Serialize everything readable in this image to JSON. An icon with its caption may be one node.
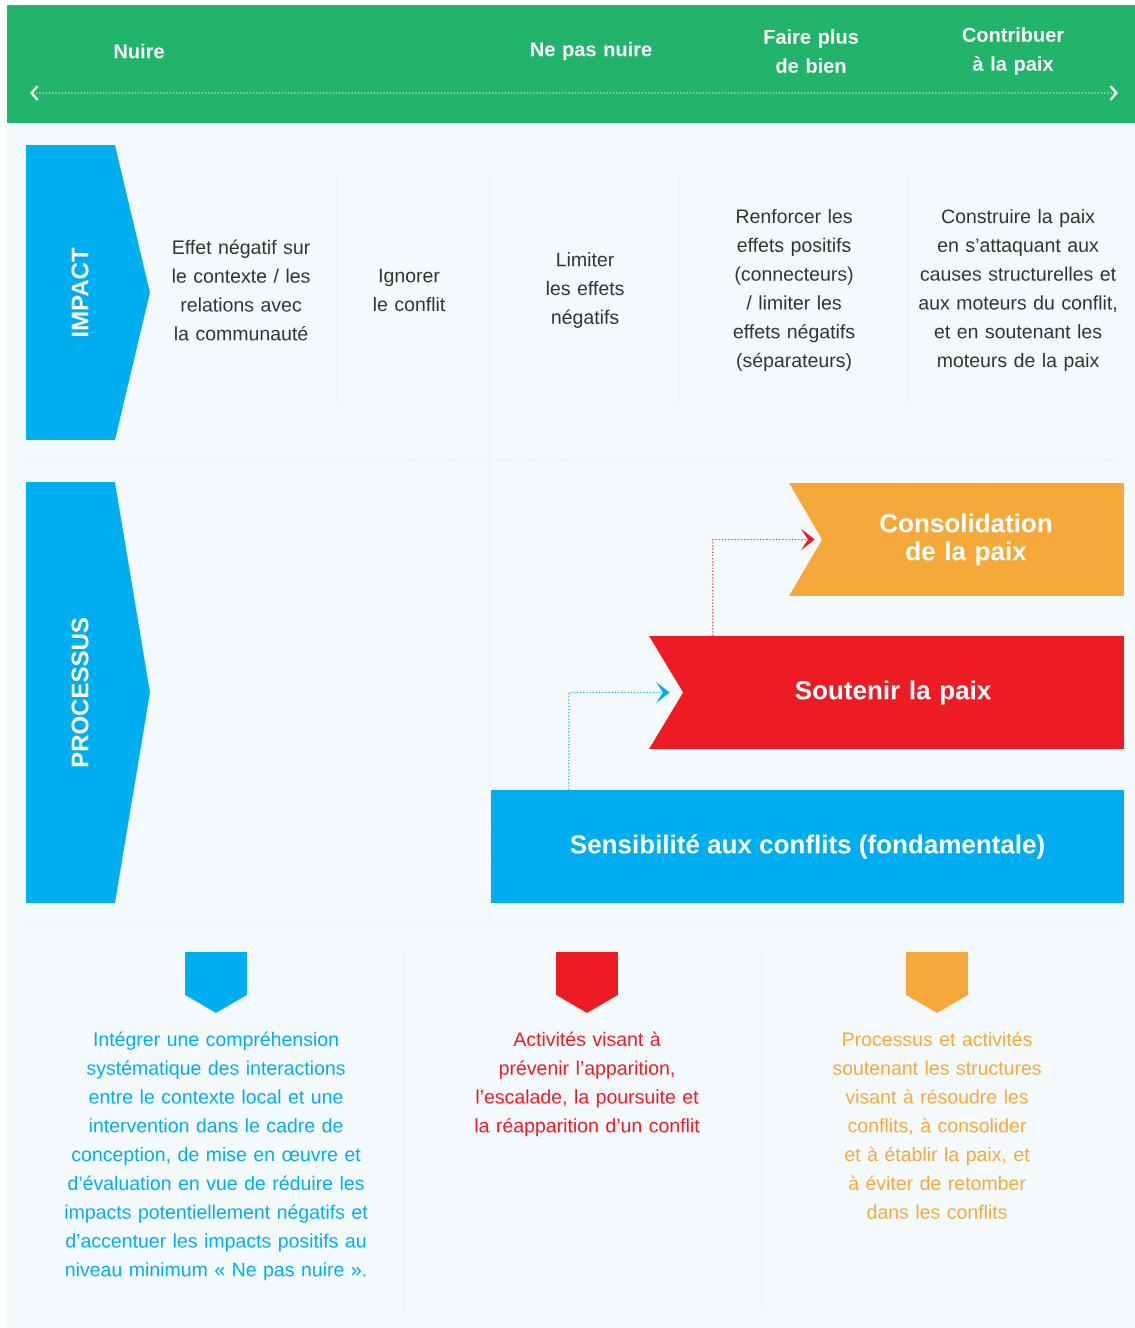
{
  "diagram": {
    "nodes": [
      {
        "text": [
          "IMPACT"
        ]
      },
      {
        "text": [
          "PROCESSUS"
        ]
      },
      {
        "text": [
          "Consolidation de la paix"
        ]
      },
      {
        "text": [
          "Soutenir la paix"
        ]
      },
      {
        "text": [
          "Sensibilité aux conflits (fondamentale)"
        ]
      },
      {
        "text": [
          "Intégrer une compréhension systématique des interactions entre le contexte local et une intervention dans le cadre de conception, de mise en œuvre et d’évaluation en vue de réduire les impacts potentiellement négatifs et d’accentuer les impacts positifs au niveau minimum « Ne pas nuire »."
        ]
      },
      {
        "text": [
          "Activités visant à prévenir l’apparition, l’escalade, la poursuite et la réapparition d’un conflit"
        ]
      },
      {
        "text": [
          "Processus et activités soutenant les structures visant à résoudre les conflits, à consolider et à établir la paix, et à éviter de retomber dans les conflits"
        ]
      }
    ],
    "edges": [
      {
        "from": 4,
        "to": 3,
        "arrow": "to",
        "style": "dashed",
        "color": "#00aeef"
      },
      {
        "from": 3,
        "to": 2,
        "arrow": "to",
        "style": "dashed",
        "color": "#ed1c24"
      }
    ],
    "labels": [
      "Nuire",
      "Ne pas nuire",
      "Faire plus de bien",
      "Contribuer à la paix",
      "Effet négatif sur le contexte / les relations avec la communauté",
      "Ignorer le conflit",
      "Limiter les effets négatifs",
      "Renforcer les effets positifs (connecteurs) / limiter les effets négatifs (séparateurs)",
      "Construire la paix en s’attaquant aux causes structurelles et aux moteurs du conflit, et en soutenant les moteurs de la paix"
    ]
  }
}
